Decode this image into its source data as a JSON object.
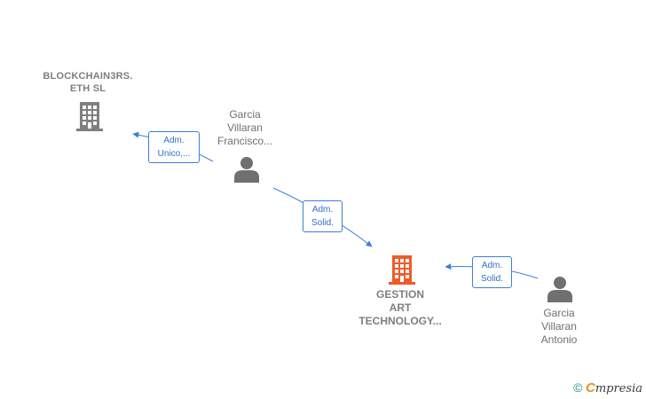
{
  "nodes": {
    "blockchain": {
      "line1": "BLOCKCHAIN3RS.",
      "line2": "ETH  SL",
      "icon": "building-icon",
      "color": "#808080"
    },
    "francisco": {
      "line1": "Garcia",
      "line2": "Villaran",
      "line3": "Francisco...",
      "icon": "person-icon",
      "color": "#707070"
    },
    "gestion": {
      "line1": "GESTION",
      "line2": "ART",
      "line3": "TECHNOLOGY...",
      "icon": "building-icon",
      "color": "#f05a28"
    },
    "antonio": {
      "line1": "Garcia",
      "line2": "Villaran",
      "line3": "Antonio",
      "icon": "person-icon",
      "color": "#707070"
    }
  },
  "edges": {
    "francisco_to_blockchain": {
      "line1": "Adm.",
      "line2": "Unico,..."
    },
    "francisco_to_gestion": {
      "line1": "Adm.",
      "line2": "Solid."
    },
    "antonio_to_gestion": {
      "line1": "Adm.",
      "line2": "Solid."
    }
  },
  "colors": {
    "edge": "#3b7fd9"
  },
  "footer": {
    "copyright": "©",
    "brand_first": "C",
    "brand_rest": "mpresia"
  }
}
